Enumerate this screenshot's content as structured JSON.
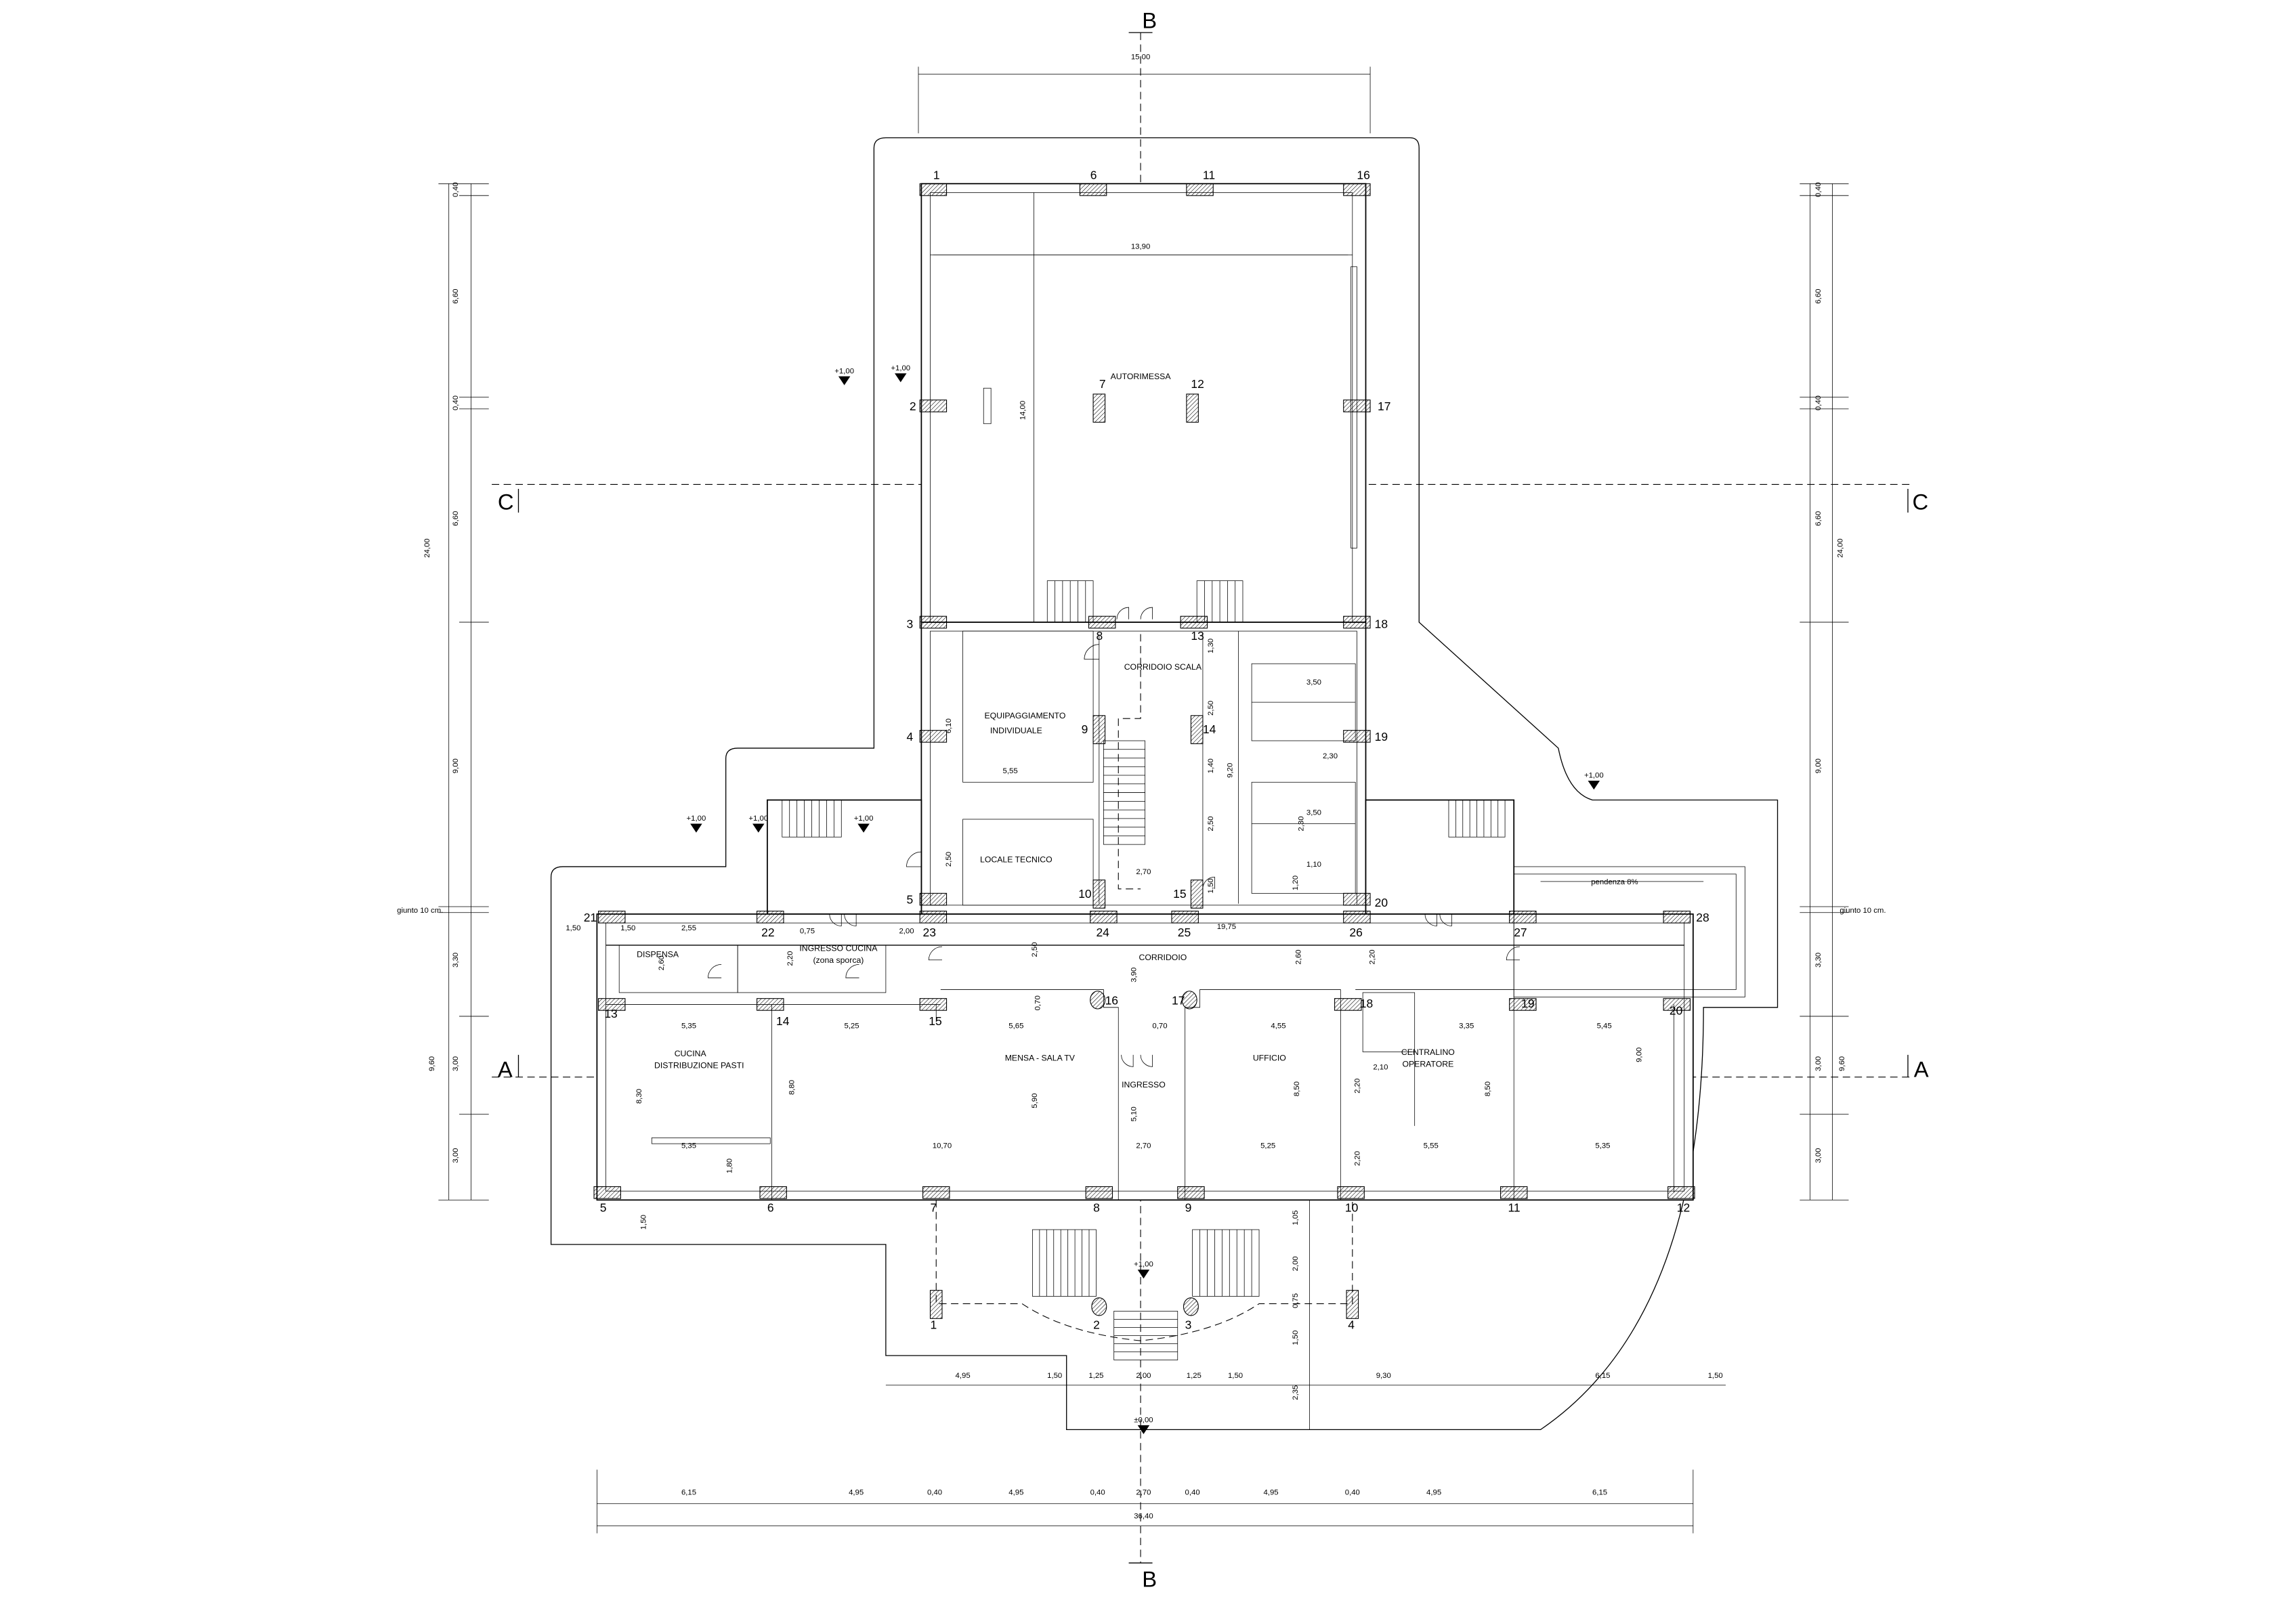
{
  "drawing": {
    "sections": {
      "b_top": "B",
      "b_bottom": "B",
      "c_left": "C",
      "c_right": "C",
      "a_left": "A",
      "a_right": "A"
    },
    "rooms": {
      "garage": "AUTORIMESSA",
      "equipment_1": "EQUIPAGGIAMENTO",
      "equipment_2": "INDIVIDUALE",
      "stair_corridor": "CORRIDOIO SCALA",
      "technical": "LOCALE TECNICO",
      "pantry": "DISPENSA",
      "kitchen_entry_1": "INGRESSO CUCINA",
      "kitchen_entry_2": "(zona sporca)",
      "corridor": "CORRIDOIO",
      "kitchen_1": "CUCINA",
      "kitchen_2": "DISTRIBUZIONE PASTI",
      "canteen": "MENSA - SALA TV",
      "entrance": "INGRESSO",
      "office": "UFFICIO",
      "switchboard_1": "CENTRALINO",
      "switchboard_2": "OPERATORE"
    },
    "notes": {
      "slope": "pendenza 8%",
      "joint_left": "giunto 10 cm.",
      "joint_right": "giunto 10 cm."
    },
    "pillars_upper": [
      "1",
      "6",
      "11",
      "16",
      "2",
      "7",
      "12",
      "17",
      "3",
      "8",
      "13",
      "18",
      "4",
      "9",
      "14",
      "19",
      "5",
      "10",
      "15",
      "20"
    ],
    "pillars_lower": [
      "21",
      "22",
      "23",
      "24",
      "25",
      "26",
      "27",
      "28",
      "13",
      "14",
      "15",
      "16",
      "17",
      "18",
      "19",
      "20",
      "5",
      "6",
      "7",
      "8",
      "9",
      "10",
      "11",
      "12"
    ],
    "pillars_portico": [
      "1",
      "2",
      "3",
      "4"
    ],
    "dims_top": {
      "overall_width": "15,00",
      "garage_width": "13,90",
      "garage_depth": "14,00"
    },
    "dims_left": {
      "outer": [
        "24,00",
        "9,60"
      ],
      "inner": [
        "0,40",
        "6,60",
        "0,40",
        "6,60",
        "9,00",
        "3,30",
        "3,00",
        "3,00"
      ]
    },
    "dims_right": {
      "outer": [
        "24,00",
        "9,60"
      ],
      "inner": [
        "0,40",
        "6,60",
        "0,40",
        "6,60",
        "9,00",
        "3,30",
        "3,00",
        "3,00"
      ]
    },
    "dims_interior": [
      "6,10",
      "5,55",
      "2,50",
      "2,70",
      "1,30",
      "2,50",
      "1,40",
      "9,20",
      "2,50",
      "1,50",
      "3,50",
      "2,30",
      "3,50",
      "2,30",
      "1,10",
      "1,20",
      "19,75",
      "1,50",
      "1,50",
      "2,55",
      "0,75",
      "2,00",
      "2,60",
      "2,20",
      "2,50",
      "3,90",
      "2,60",
      "2,20",
      "0,70",
      "5,35",
      "5,25",
      "5,65",
      "0,70",
      "4,55",
      "3,35",
      "5,45",
      "2,10",
      "8,30",
      "8,80",
      "5,90",
      "5,10",
      "8,50",
      "2,20",
      "8,50",
      "9,00",
      "5,35",
      "10,70",
      "2,70",
      "5,25",
      "5,55",
      "5,35",
      "1,80",
      "2,20",
      "1,50",
      "1,05",
      "2,00",
      "0,75",
      "1,50",
      "2,35"
    ],
    "dims_bottom_1": [
      "4,95",
      "1,50",
      "1,25",
      "2,00",
      "1,25",
      "1,50",
      "9,30",
      "6,15",
      "1,50"
    ],
    "dims_bottom_2": [
      "6,15",
      "4,95",
      "0,40",
      "4,95",
      "0,40",
      "2,70",
      "0,40",
      "4,95",
      "0,40",
      "4,95",
      "6,15"
    ],
    "dims_total": "36,40",
    "levels": [
      "+1,00",
      "+1,00",
      "+1,00",
      "+1,00",
      "+1,00",
      "+1,00",
      "+1,00",
      "±0,00"
    ]
  }
}
